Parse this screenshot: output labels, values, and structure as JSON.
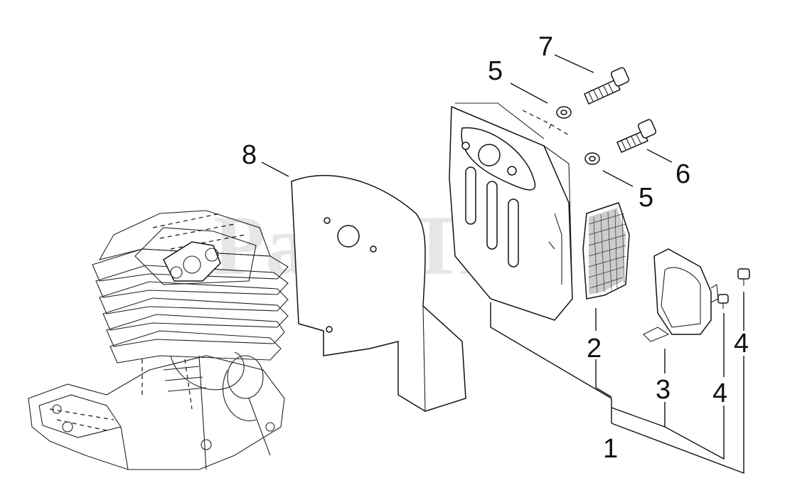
{
  "watermark": "PartsTree",
  "callouts": {
    "c1": "1",
    "c2": "2",
    "c3": "3",
    "c4a": "4",
    "c4b": "4",
    "c5a": "5",
    "c5b": "5",
    "c6": "6",
    "c7": "7",
    "c8": "8"
  }
}
